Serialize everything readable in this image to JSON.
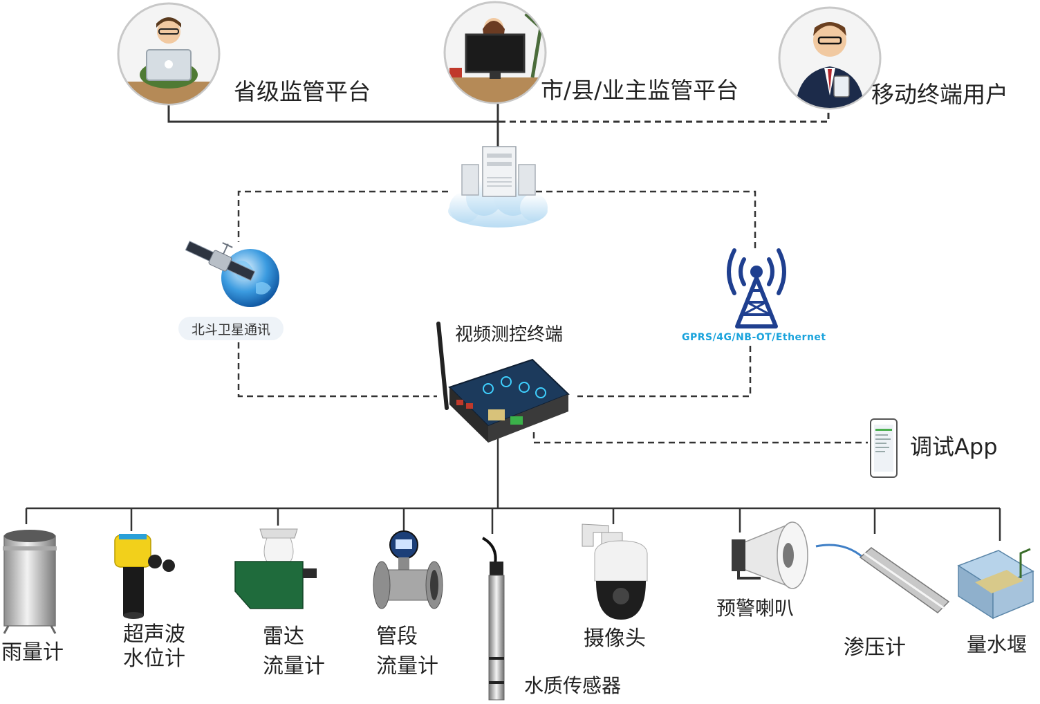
{
  "platforms": {
    "provincial": "省级监管平台",
    "city": "市/县/业主监管平台",
    "mobile": "移动终端用户"
  },
  "comm": {
    "satellite": "北斗卫星通讯",
    "network": "GPRS/4G/NB-OT/Ethernet"
  },
  "terminal": {
    "label": "视频测控终端"
  },
  "app": {
    "label": "调试App"
  },
  "devices": {
    "rain_gauge": "雨量计",
    "ultrasonic_l1": "超声波",
    "ultrasonic_l2": "水位计",
    "radar_l1": "雷达",
    "radar_l2": "流量计",
    "pipe_l1": "管段",
    "pipe_l2": "流量计",
    "water_quality": "水质传感器",
    "camera": "摄像头",
    "speaker": "预警喇叭",
    "piezometer": "渗压计",
    "weir": "量水堰"
  },
  "colors": {
    "line": "#333333",
    "tower": "#1f3f8f",
    "network_text": "#1aa3dc",
    "circle_border": "#c8c8c8"
  }
}
